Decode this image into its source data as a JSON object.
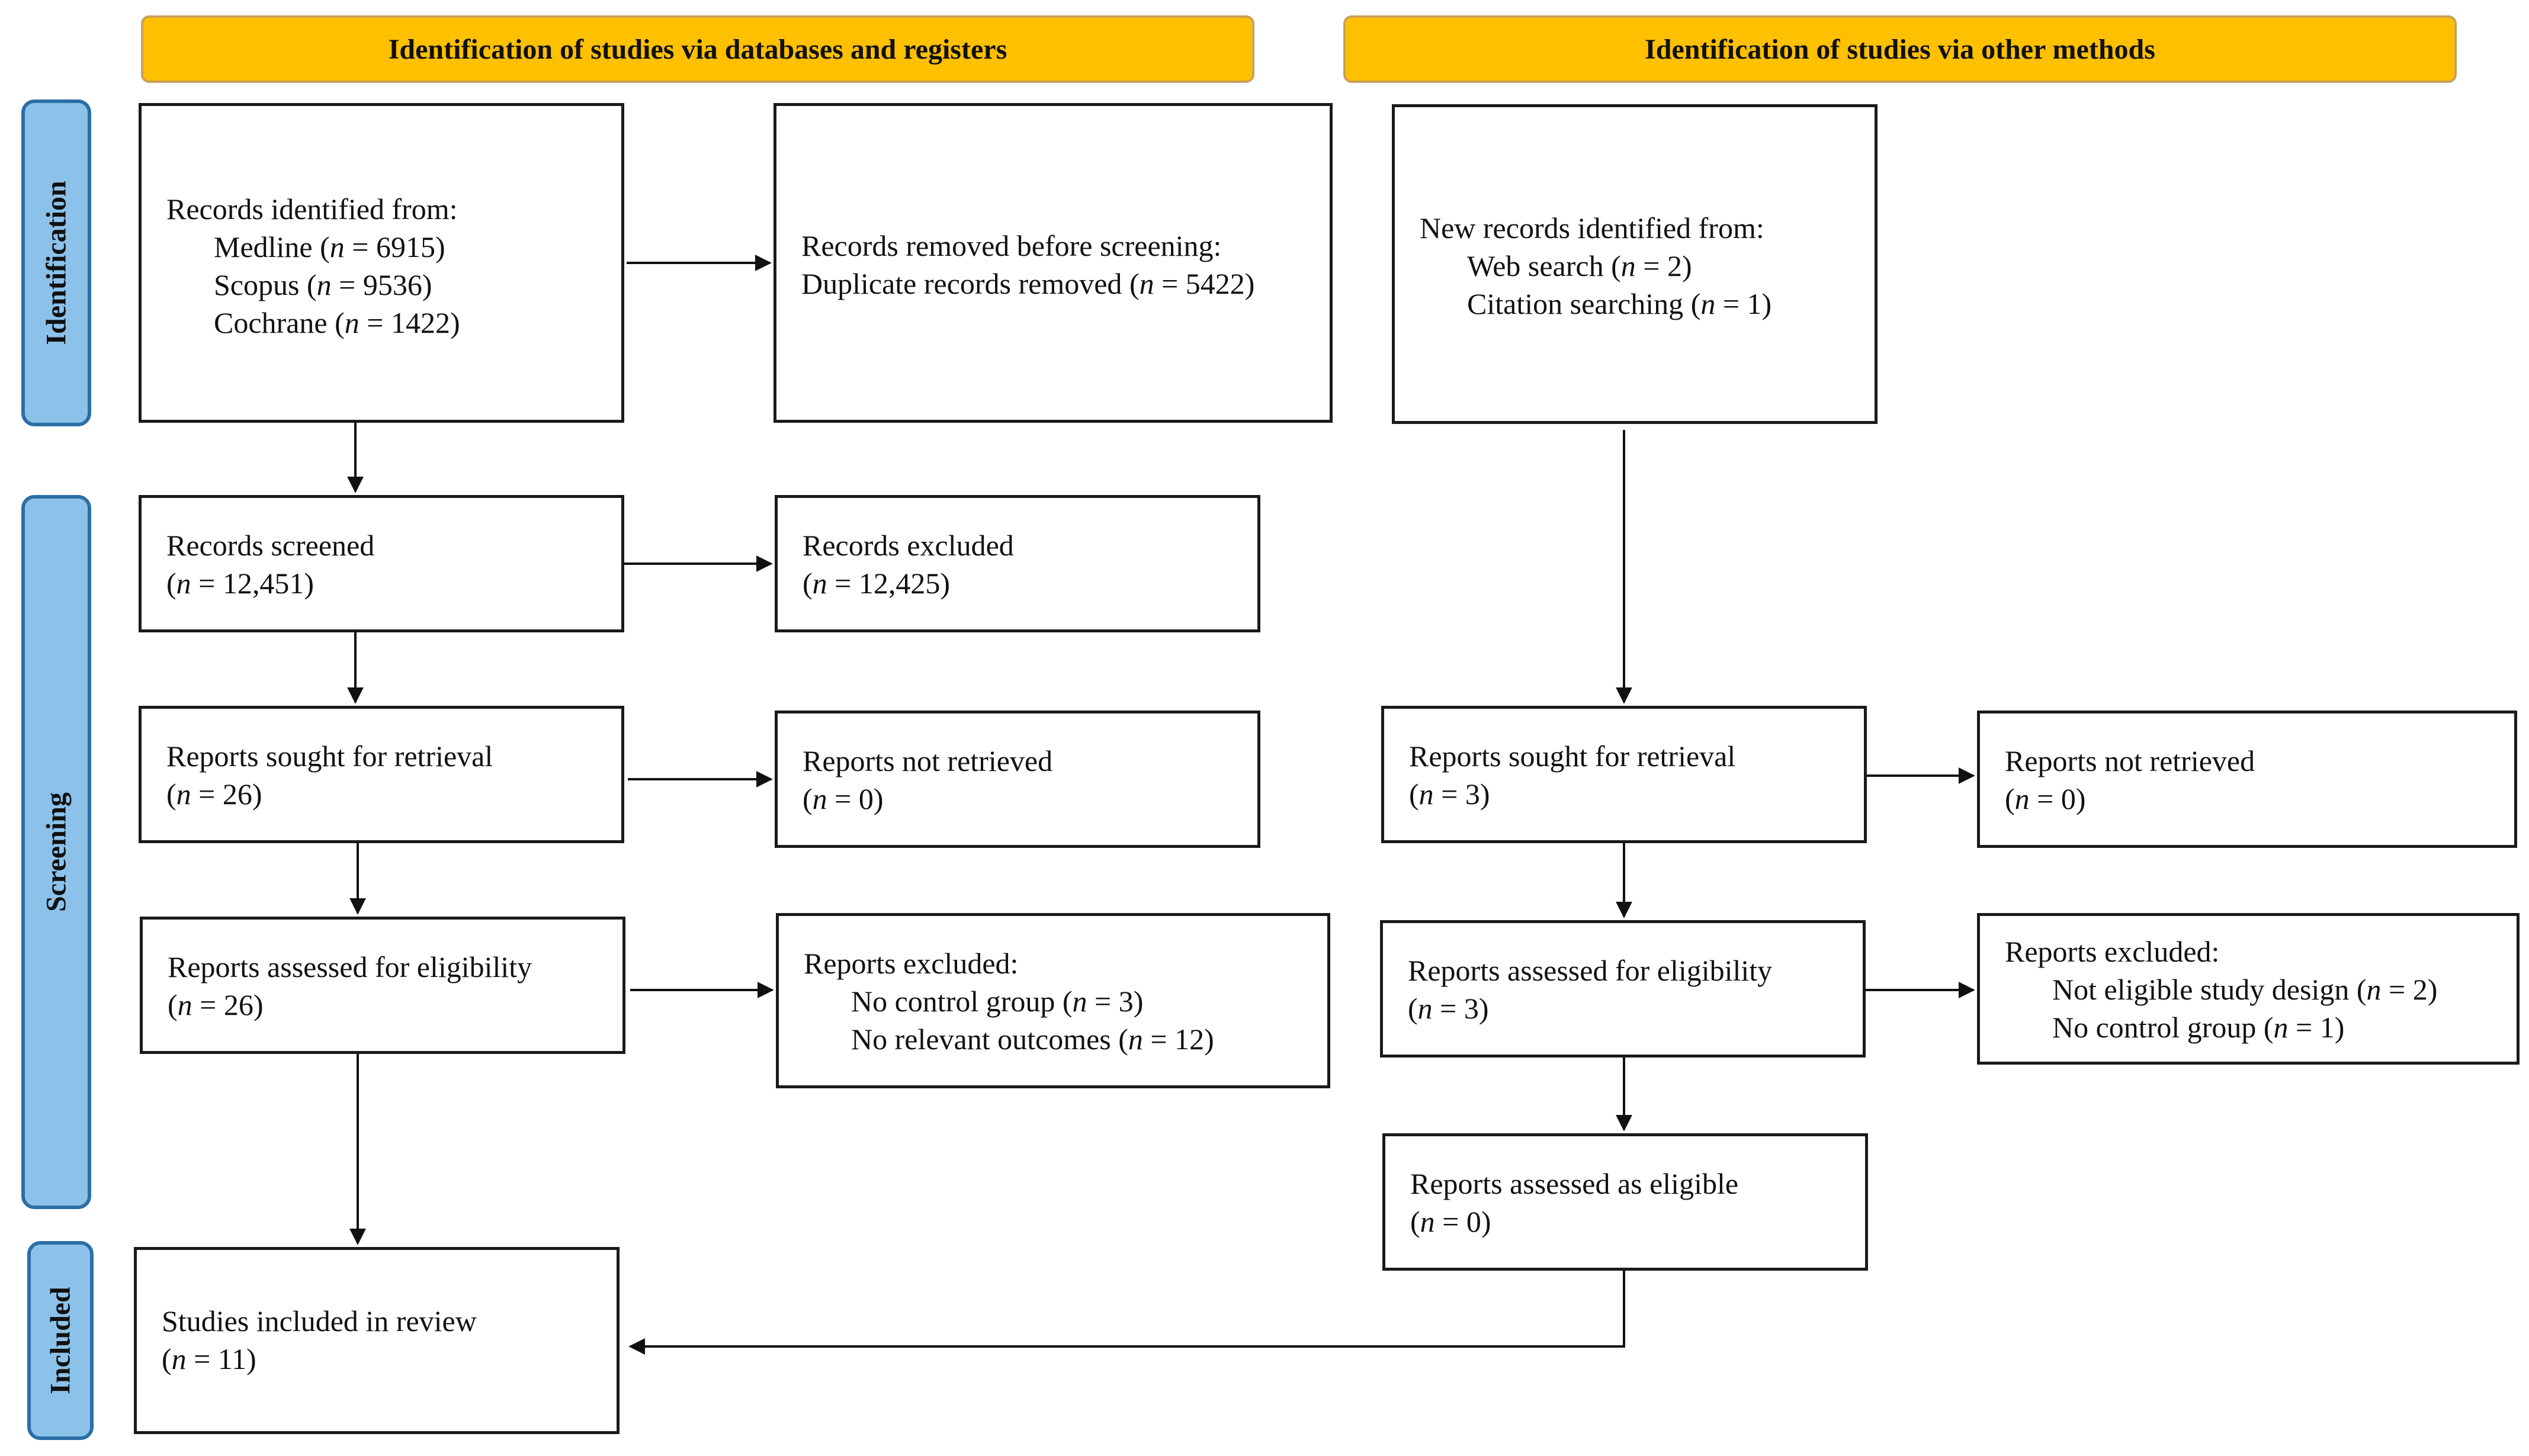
{
  "headers": {
    "databases": "Identification of studies via databases and registers",
    "other": "Identification of studies via other methods"
  },
  "stages": {
    "identification": "Identification",
    "screening": "Screening",
    "included": "Included"
  },
  "n_symbol": "n",
  "left": {
    "identified": {
      "title": "Records identified from:",
      "sources": [
        {
          "name": "Medline",
          "count": "6915"
        },
        {
          "name": "Scopus",
          "count": "9536"
        },
        {
          "name": "Cochrane",
          "count": "1422"
        }
      ]
    },
    "removed": {
      "title": "Records removed before screening:",
      "item": "Duplicate records removed",
      "count": "5422"
    },
    "screened": {
      "title": "Records screened",
      "count": "12,451"
    },
    "excluded": {
      "title": "Records excluded",
      "count": "12,425"
    },
    "sought": {
      "title": "Reports sought for retrieval",
      "count": "26"
    },
    "not_retrieved": {
      "title": "Reports not retrieved",
      "count": "0"
    },
    "assessed": {
      "title": "Reports assessed for eligibility",
      "count": "26"
    },
    "reports_excluded": {
      "title": "Reports excluded:",
      "reasons": [
        {
          "name": "No control group",
          "count": "3"
        },
        {
          "name": "No relevant outcomes",
          "count": "12"
        }
      ]
    },
    "included": {
      "title": "Studies included in review",
      "count": "11"
    }
  },
  "right": {
    "identified": {
      "title": "New records identified from:",
      "sources": [
        {
          "name": "Web search",
          "count": "2"
        },
        {
          "name": "Citation searching",
          "count": "1"
        }
      ]
    },
    "sought": {
      "title": "Reports sought for retrieval",
      "count": "3"
    },
    "not_retrieved": {
      "title": "Reports not retrieved",
      "count": "0"
    },
    "assessed": {
      "title": "Reports assessed for eligibility",
      "count": "3"
    },
    "reports_excluded": {
      "title": "Reports excluded:",
      "reasons": [
        {
          "name": "Not eligible study design",
          "count": "2"
        },
        {
          "name": "No control group",
          "count": "1"
        }
      ]
    },
    "eligible": {
      "title": "Reports assessed as eligible",
      "count": "0"
    }
  }
}
